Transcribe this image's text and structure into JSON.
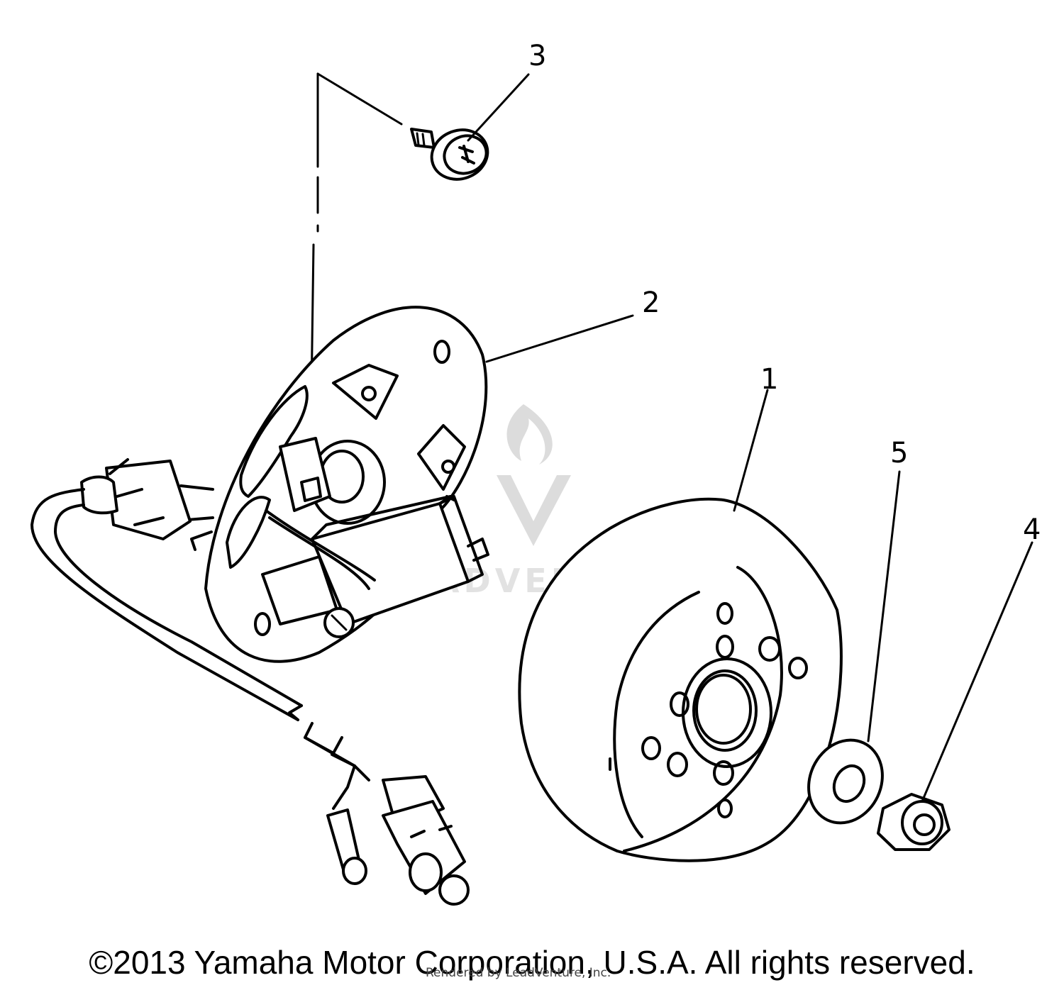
{
  "callouts": [
    {
      "id": "1",
      "label": "1"
    },
    {
      "id": "2",
      "label": "2"
    },
    {
      "id": "3",
      "label": "3"
    },
    {
      "id": "4",
      "label": "4"
    },
    {
      "id": "5",
      "label": "5"
    }
  ],
  "copyright": "©2013 Yamaha Motor Corporation, U.S.A. All rights reserved.",
  "render_credit": "Rendered by LeadVenture, Inc.",
  "watermark": "LEADVENTURE",
  "colors": {
    "ink": "#000000",
    "background": "#ffffff",
    "watermark": "#dcdcdc"
  }
}
